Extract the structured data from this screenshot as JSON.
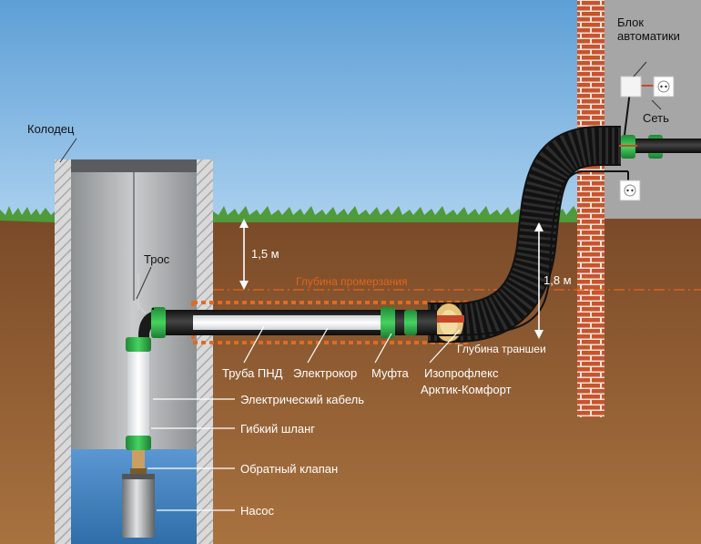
{
  "labels": {
    "well": "Колодец",
    "cable_rope": "Трос",
    "depth_top": "1,5 м",
    "freeze_depth": "Глубина промерзания",
    "depth_trench_value": "1,8 м",
    "trench_depth": "Глубина траншеи",
    "pnd_pipe": "Труба ПНД",
    "heating_cable": "Электрокор",
    "coupling": "Муфта",
    "isoproflex_line1": "Изопрофлекс",
    "isoproflex_line2": "Арктик-Комфорт",
    "electric_cable": "Электрический кабель",
    "flexible_hose": "Гибкий шланг",
    "check_valve": "Обратный клапан",
    "pump": "Насос",
    "automation_line1": "Блок",
    "automation_line2": "автоматики",
    "mains": "Сеть"
  },
  "colors": {
    "sky": "#7fb6e2",
    "soil": "#8a5a34",
    "grass": "#4f9a3a",
    "water": "#4a86c4",
    "brick": "#c8542d",
    "coupling_green": "#2fb049",
    "freeze_line": "#e0651f"
  },
  "icons": [
    "socket-icon",
    "socket-icon",
    "automation-box-icon"
  ]
}
